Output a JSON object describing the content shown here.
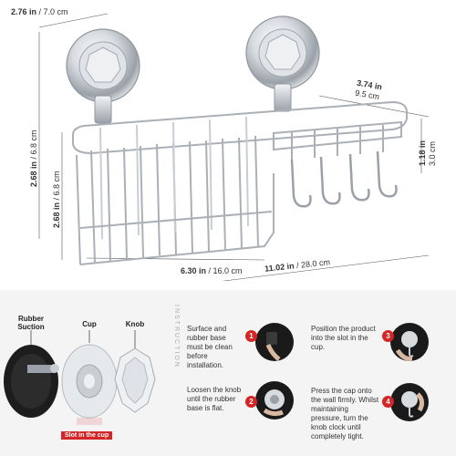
{
  "dimensions": {
    "top_width": {
      "in": "2.76 in",
      "sep": " / ",
      "cm": "7.0 cm"
    },
    "depth": {
      "in": "3.74 in",
      "cm": "9.5 cm"
    },
    "height_outer": {
      "in": "2.68 in",
      "sep": " / ",
      "cm": "6.8 cm"
    },
    "height_inner": {
      "in": "2.68 in",
      "sep": " / ",
      "cm": "6.8 cm"
    },
    "hook_height": {
      "in": "1.18 in",
      "cm": "3.0 cm"
    },
    "basket_width": {
      "in": "6.30 in",
      "sep": " / ",
      "cm": "16.0 cm"
    },
    "total_width": {
      "in": "11.02 in",
      "sep": " / ",
      "cm": "28.0 cm"
    }
  },
  "instructions": {
    "side_word": "INSTRUCTION",
    "parts": {
      "rubber_suction": "Rubber Suction",
      "cup": "Cup",
      "knob": "Knob",
      "slot_label": "Slot in the cup"
    },
    "steps": [
      {
        "number": "1",
        "text": "Surface and rubber base must be clean before installation."
      },
      {
        "number": "2",
        "text": "Loosen the knob until the rubber base is flat."
      },
      {
        "number": "3",
        "text": "Position the product into the slot in the cup."
      },
      {
        "number": "4",
        "text": "Press the cap onto the wall firmly. Whilst maintaining pressure, turn the knob clock until completely tight."
      }
    ]
  },
  "colors": {
    "accent": "#d42626",
    "chrome": "#c9ced3",
    "panel": "#f4f4f4"
  }
}
